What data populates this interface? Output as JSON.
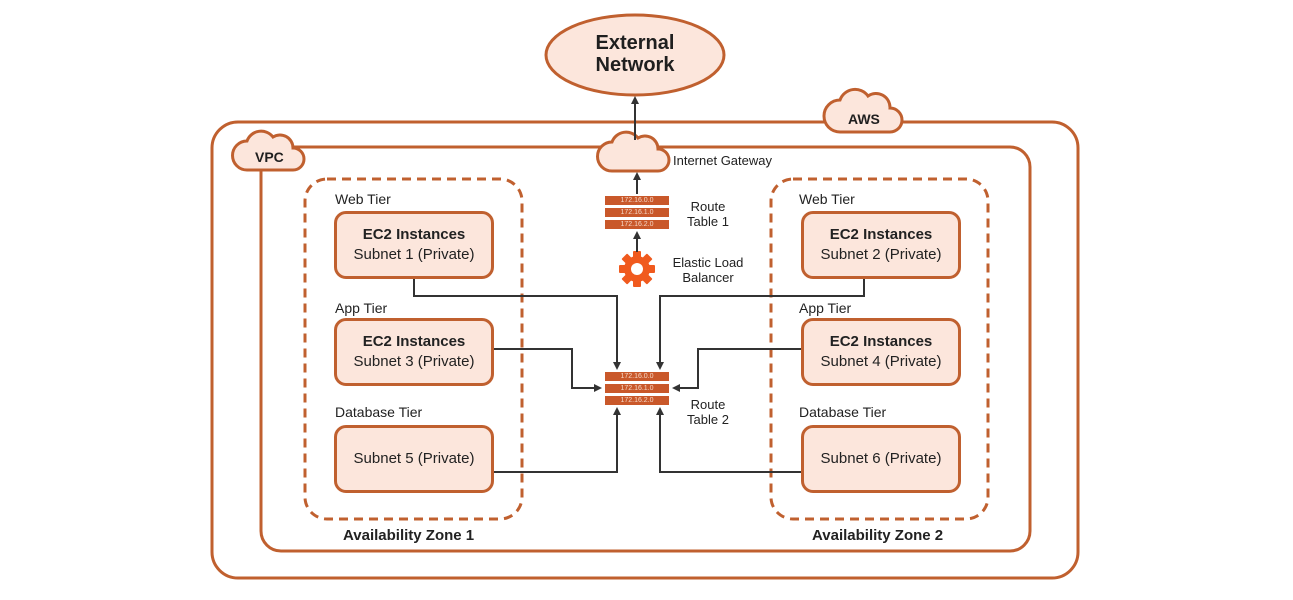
{
  "external_network": {
    "line1": "External",
    "line2": "Network"
  },
  "aws_label": "AWS",
  "vpc_label": "VPC",
  "internet_gateway_label": "Internet Gateway",
  "route_table_1": {
    "label_line1": "Route",
    "label_line2": "Table 1",
    "entries": [
      "172.16.0.0",
      "172.16.1.0",
      "172.16.2.0"
    ]
  },
  "route_table_2": {
    "label_line1": "Route",
    "label_line2": "Table 2",
    "entries": [
      "172.16.0.0",
      "172.16.1.0",
      "172.16.2.0"
    ]
  },
  "load_balancer": {
    "line1": "Elastic Load",
    "line2": "Balancer"
  },
  "zones": [
    {
      "name": "Availability Zone 1",
      "tiers": [
        {
          "tier": "Web Tier",
          "title": "EC2 Instances",
          "subnet": "Subnet 1 (Private)"
        },
        {
          "tier": "App Tier",
          "title": "EC2 Instances",
          "subnet": "Subnet 3 (Private)"
        },
        {
          "tier": "Database Tier",
          "title": "",
          "subnet": "Subnet 5 (Private)"
        }
      ]
    },
    {
      "name": "Availability Zone 2",
      "tiers": [
        {
          "tier": "Web Tier",
          "title": "EC2 Instances",
          "subnet": "Subnet 2 (Private)"
        },
        {
          "tier": "App Tier",
          "title": "EC2 Instances",
          "subnet": "Subnet 4 (Private)"
        },
        {
          "tier": "Database Tier",
          "title": "",
          "subnet": "Subnet 6 (Private)"
        }
      ]
    }
  ],
  "colors": {
    "accent": "#c0602f",
    "fill": "#fce6dc",
    "gear": "#f05a1e",
    "route": "#c9582a"
  }
}
